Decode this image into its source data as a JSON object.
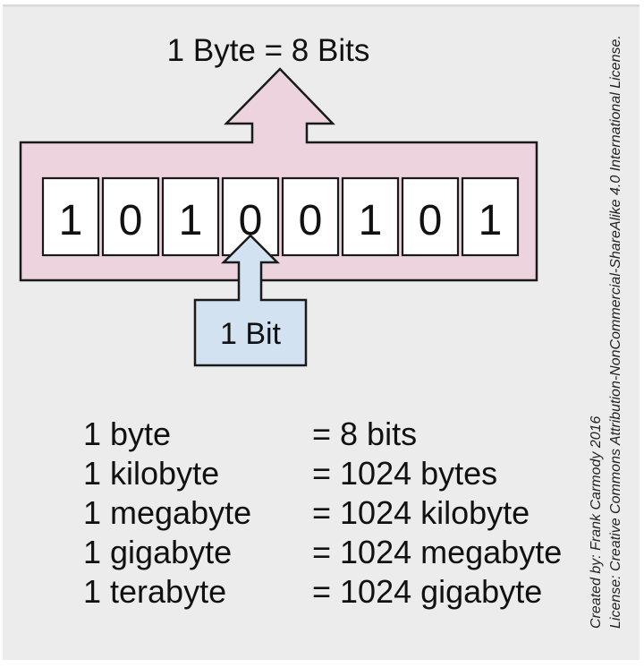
{
  "title": "1 Byte = 8 Bits",
  "byte_diagram": {
    "bits": [
      "1",
      "0",
      "1",
      "0",
      "0",
      "1",
      "0",
      "1"
    ],
    "bit_label": "1 Bit",
    "pointed_bit_index": 3
  },
  "conversion_table": {
    "rows": [
      {
        "unit": "1 byte",
        "value": "= 8 bits"
      },
      {
        "unit": "1 kilobyte",
        "value": "= 1024 bytes"
      },
      {
        "unit": "1 megabyte",
        "value": "= 1024 kilobyte"
      },
      {
        "unit": "1 gigabyte",
        "value": "= 1024 megabyte"
      },
      {
        "unit": "1 terabyte",
        "value": "= 1024 gigabyte"
      }
    ]
  },
  "credits": {
    "created_by": "Created by:  Frank Carmody 2016",
    "license": "License: Creative Commons Attribution-NonCommercial-ShareAlike 4.0 International License."
  },
  "colors": {
    "background": "#ececec",
    "byte_box": "#ecd3de",
    "bit_box": "#d3e2f0",
    "outline": "#1a1a1a",
    "divider": "#d9d9d9",
    "text": "#111111"
  }
}
